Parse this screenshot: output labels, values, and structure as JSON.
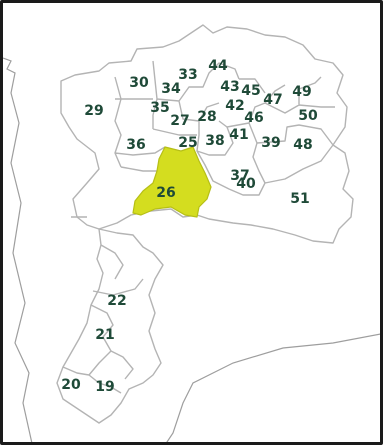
{
  "map": {
    "highlight_color": "#d4dd1f",
    "highlighted_region": "26",
    "regions": [
      {
        "id": "19",
        "label": "19"
      },
      {
        "id": "20",
        "label": "20"
      },
      {
        "id": "21",
        "label": "21"
      },
      {
        "id": "22",
        "label": "22"
      },
      {
        "id": "25",
        "label": "25"
      },
      {
        "id": "26",
        "label": "26"
      },
      {
        "id": "27",
        "label": "27"
      },
      {
        "id": "28",
        "label": "28"
      },
      {
        "id": "29",
        "label": "29"
      },
      {
        "id": "30",
        "label": "30"
      },
      {
        "id": "33",
        "label": "33"
      },
      {
        "id": "34",
        "label": "34"
      },
      {
        "id": "35",
        "label": "35"
      },
      {
        "id": "36",
        "label": "36"
      },
      {
        "id": "37",
        "label": "37"
      },
      {
        "id": "38",
        "label": "38"
      },
      {
        "id": "39",
        "label": "39"
      },
      {
        "id": "40",
        "label": "40"
      },
      {
        "id": "41",
        "label": "41"
      },
      {
        "id": "42",
        "label": "42"
      },
      {
        "id": "43",
        "label": "43"
      },
      {
        "id": "44",
        "label": "44"
      },
      {
        "id": "45",
        "label": "45"
      },
      {
        "id": "46",
        "label": "46"
      },
      {
        "id": "47",
        "label": "47"
      },
      {
        "id": "48",
        "label": "48"
      },
      {
        "id": "49",
        "label": "49"
      },
      {
        "id": "50",
        "label": "50"
      },
      {
        "id": "51",
        "label": "51"
      }
    ]
  }
}
